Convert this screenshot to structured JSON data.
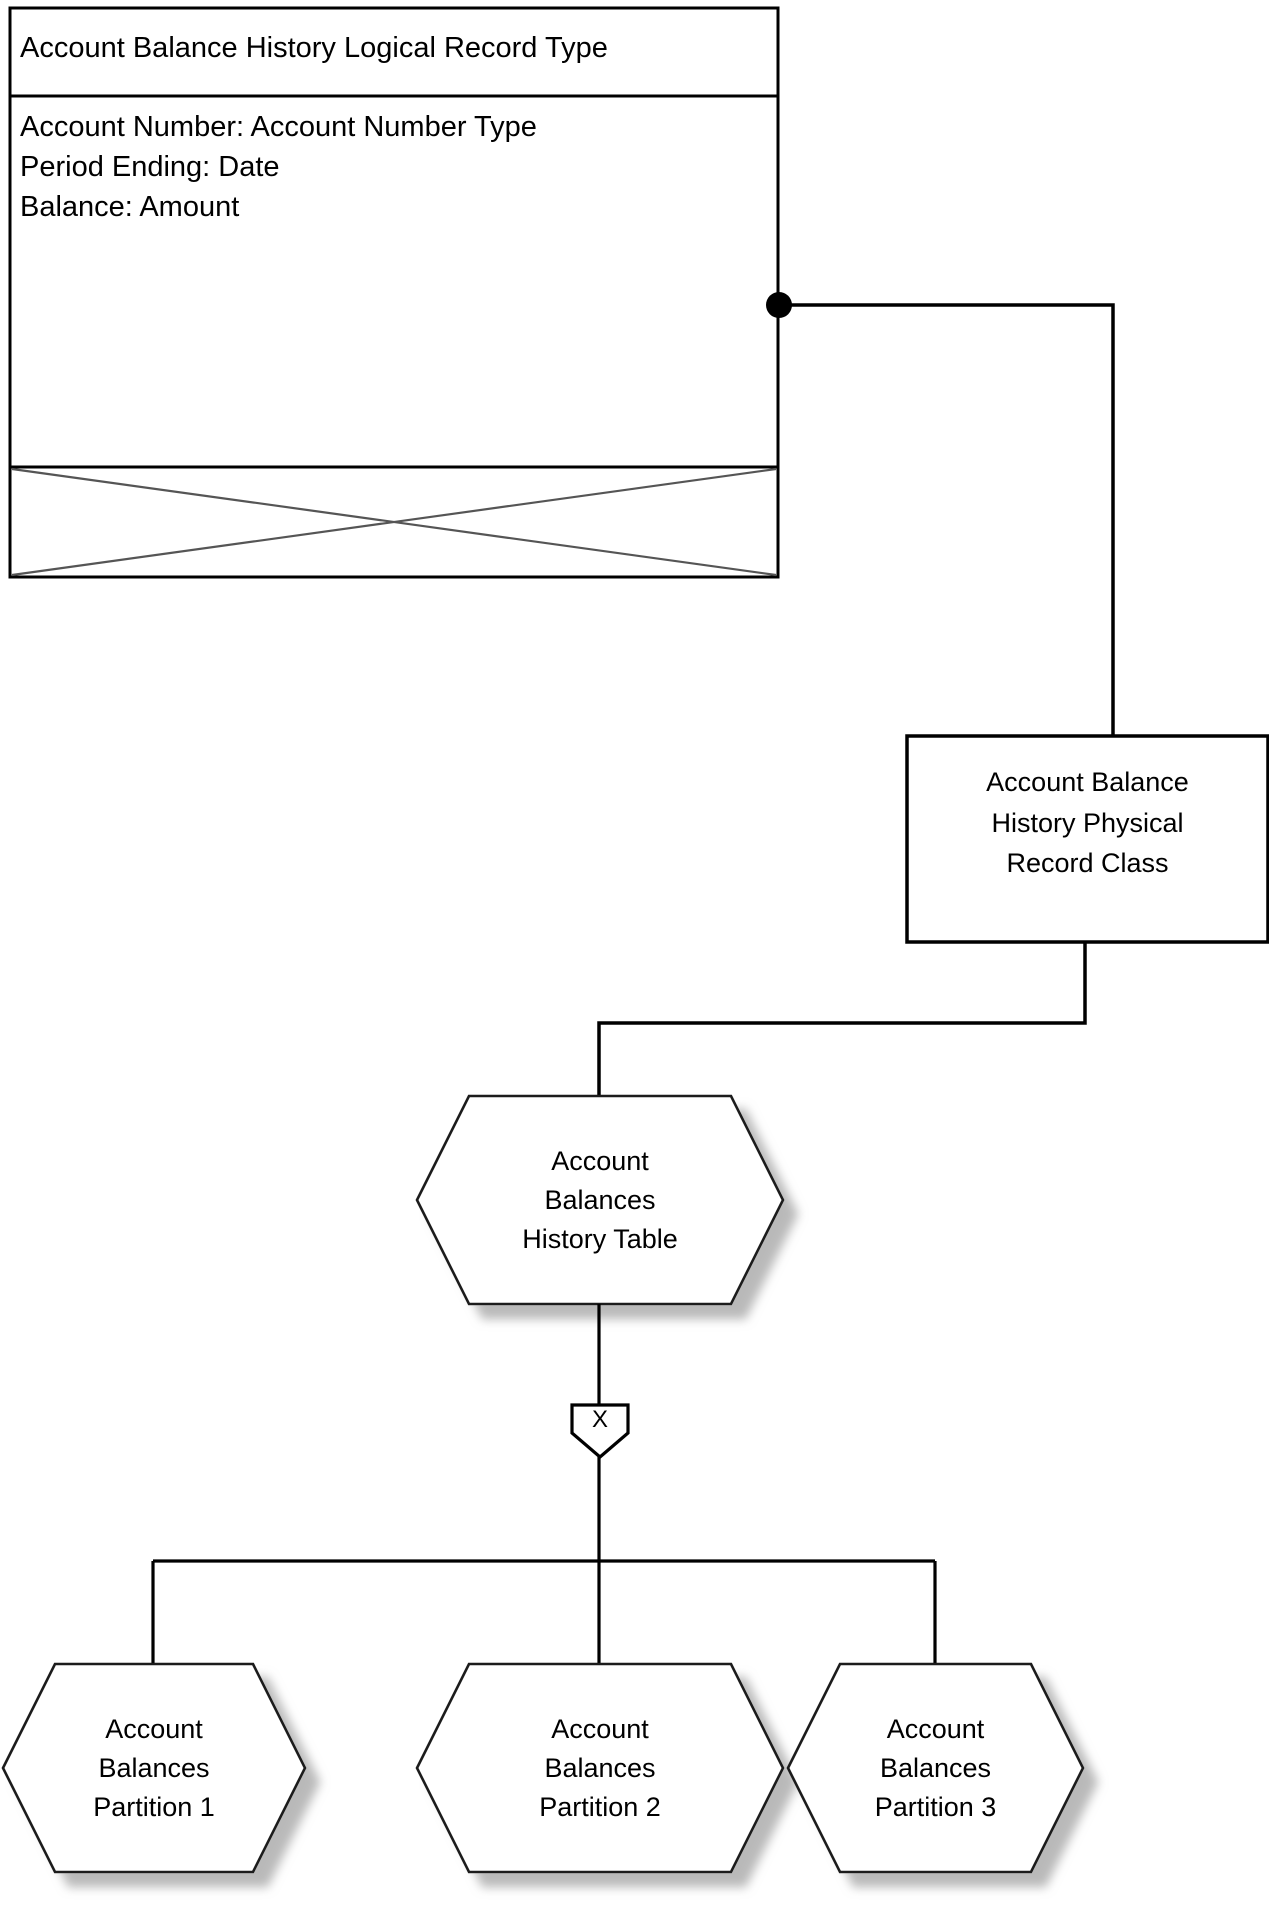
{
  "diagram": {
    "type": "record-structure-diagram",
    "background_color": "#ffffff",
    "stroke_color": "#000000",
    "shadow_color": "#808080",
    "logical_record": {
      "title": "Account Balance History Logical Record Type",
      "attributes_text": "Account Number: Account Number Type\nPeriod Ending: Date\nBalance: Amount",
      "attributes": [
        "Account Number: Account Number Type",
        "Period Ending: Date",
        "Balance: Amount"
      ],
      "operations_compartment": "empty-crossed-out"
    },
    "physical_record": {
      "label": "Account Balance\nHistory Physical\nRecord Class"
    },
    "table": {
      "label": "Account\nBalances\nHistory Table"
    },
    "gate": {
      "label": "X",
      "meaning": "exclusive-partition-gate"
    },
    "partitions": [
      {
        "label": "Account\nBalances\nPartition 1"
      },
      {
        "label": "Account\nBalances\nPartition 2"
      },
      {
        "label": "Account\nBalances\nPartition 3"
      }
    ]
  }
}
